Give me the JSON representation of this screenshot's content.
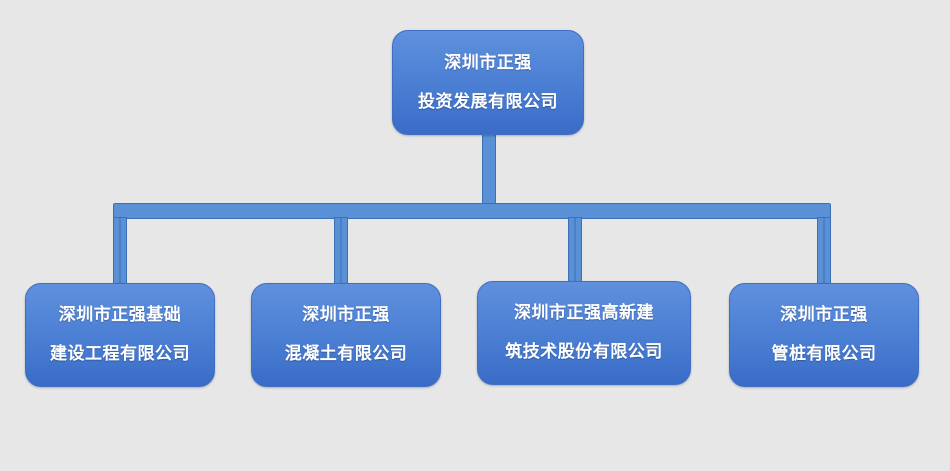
{
  "root": {
    "line1": "深圳市正强",
    "line2": "投资发展有限公司"
  },
  "children": [
    {
      "line1": "深圳市正强基础",
      "line2": "建设工程有限公司"
    },
    {
      "line1": "深圳市正强",
      "line2": "混凝土有限公司"
    },
    {
      "line1": "深圳市正强高新建",
      "line2": "筑技术股份有限公司"
    },
    {
      "line1": "深圳市正强",
      "line2": "管桩有限公司"
    }
  ],
  "colors": {
    "background": "#e7e7e7",
    "box_fill": "#4a7ed3",
    "connector": "#5a90d6",
    "text": "#ffffff"
  }
}
